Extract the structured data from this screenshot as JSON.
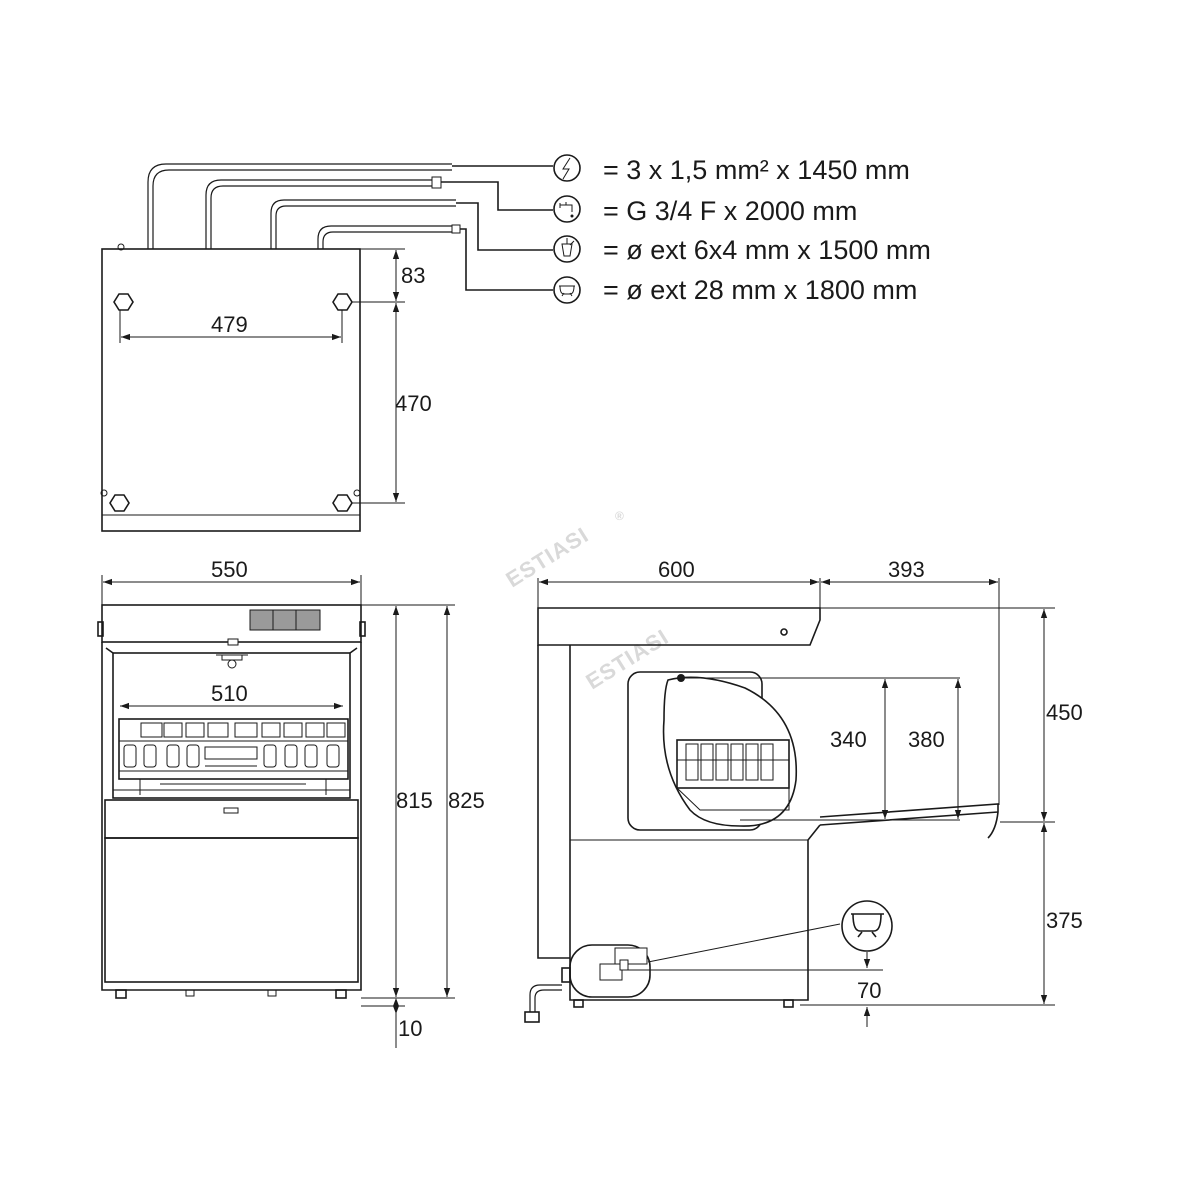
{
  "watermark": "ESTIASI",
  "registered_mark": "®",
  "connections": [
    {
      "icon": "power-icon",
      "label": "= 3 x 1,5 mm² x 1450 mm"
    },
    {
      "icon": "water-tap-icon",
      "label": "= G 3/4 F x 2000 mm"
    },
    {
      "icon": "detergent-icon",
      "label": "= ø ext 6x4 mm x 1500 mm"
    },
    {
      "icon": "drain-icon",
      "label": "= ø ext 28 mm x 1800 mm"
    }
  ],
  "dimensions": {
    "top_view": {
      "top_offset": "83",
      "hole_spacing_w": "479",
      "hole_spacing_h": "470"
    },
    "front_view": {
      "width": "550",
      "inner_width": "510",
      "height_body": "815",
      "height_total": "825",
      "feet": "10"
    },
    "side_view": {
      "depth": "600",
      "door_open": "393",
      "upper": "450",
      "lower": "375",
      "inner_1": "340",
      "inner_2": "380",
      "drain_height": "70"
    }
  }
}
